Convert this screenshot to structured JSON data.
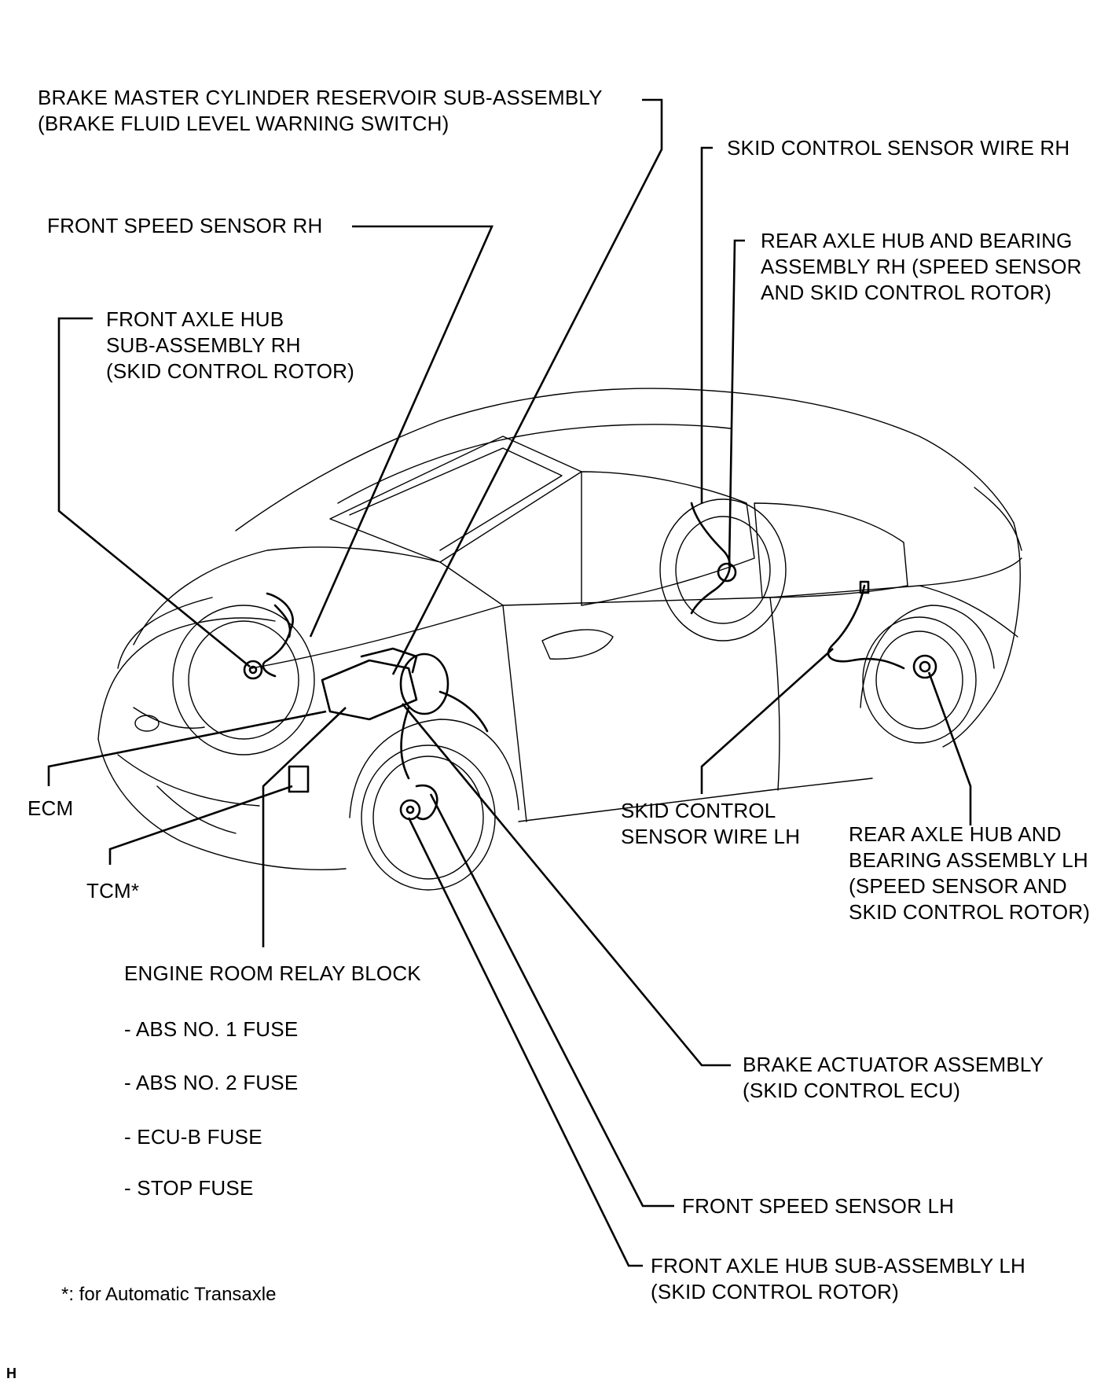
{
  "labels": {
    "master_cylinder": "BRAKE MASTER CYLINDER RESERVOIR SUB-ASSEMBLY\n(BRAKE FLUID LEVEL WARNING SWITCH)",
    "front_speed_sensor_rh": "FRONT SPEED SENSOR RH",
    "front_axle_hub_rh": "FRONT AXLE HUB\nSUB-ASSEMBLY RH\n(SKID CONTROL ROTOR)",
    "skid_wire_rh": "SKID CONTROL SENSOR WIRE RH",
    "rear_axle_hub_rh": "REAR AXLE HUB AND BEARING\nASSEMBLY RH (SPEED SENSOR\nAND SKID CONTROL ROTOR)",
    "ecm": "ECM",
    "tcm": "TCM*",
    "skid_wire_lh": "SKID CONTROL\nSENSOR WIRE LH",
    "rear_axle_hub_lh": "REAR AXLE HUB AND\nBEARING ASSEMBLY LH\n(SPEED SENSOR AND\nSKID CONTROL ROTOR)",
    "engine_room_relay_block": "ENGINE ROOM RELAY BLOCK",
    "brake_actuator": "BRAKE ACTUATOR ASSEMBLY\n(SKID CONTROL ECU)",
    "front_speed_sensor_lh": "FRONT SPEED SENSOR LH",
    "front_axle_hub_lh": "FRONT AXLE HUB SUB-ASSEMBLY LH\n(SKID CONTROL ROTOR)"
  },
  "fuses": [
    "- ABS NO. 1 FUSE",
    "- ABS NO. 2 FUSE",
    "- ECU-B FUSE",
    "- STOP FUSE"
  ],
  "footnote": "*: for Automatic Transaxle",
  "corner_mark": "H"
}
